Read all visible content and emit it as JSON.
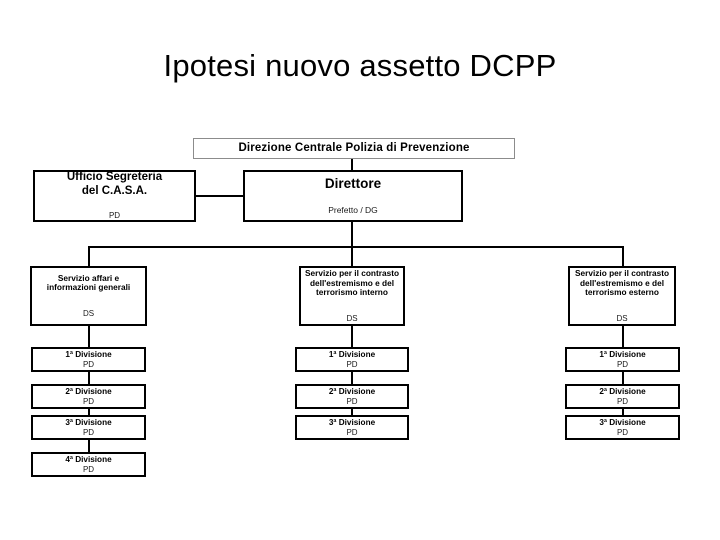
{
  "title": "Ipotesi nuovo assetto DCPP",
  "org_chart": {
    "root": {
      "title": "Direzione Centrale Polizia di Prevenzione"
    },
    "office": {
      "title_line1": "Ufficio Segreteria",
      "title_line2": "del C.A.S.A.",
      "rank": "PD"
    },
    "director": {
      "title": "Direttore",
      "rank": "Prefetto / DG"
    },
    "services": [
      {
        "title_line1": "Servizio affari e",
        "title_line2": "informazioni generali",
        "title_line3": "",
        "rank": "DS",
        "divisions": [
          {
            "name": "1ª Divisione",
            "rank": "PD"
          },
          {
            "name": "2ª Divisione",
            "rank": "PD"
          },
          {
            "name": "3ª Divisione",
            "rank": "PD"
          },
          {
            "name": "4ª Divisione",
            "rank": "PD"
          }
        ]
      },
      {
        "title_line1": "Servizio per il contrasto",
        "title_line2": "dell'estremismo e del",
        "title_line3": "terrorismo interno",
        "rank": "DS",
        "divisions": [
          {
            "name": "1ª Divisione",
            "rank": "PD"
          },
          {
            "name": "2ª Divisione",
            "rank": "PD"
          },
          {
            "name": "3ª Divisione",
            "rank": "PD"
          }
        ]
      },
      {
        "title_line1": "Servizio per il contrasto",
        "title_line2": "dell'estremismo e del",
        "title_line3": "terrorismo esterno",
        "rank": "DS",
        "divisions": [
          {
            "name": "1ª Divisione",
            "rank": "PD"
          },
          {
            "name": "2ª Divisione",
            "rank": "PD"
          },
          {
            "name": "3ª Divisione",
            "rank": "PD"
          }
        ]
      }
    ]
  },
  "colors": {
    "box_border": "#000000",
    "root_border": "#8c8c8c",
    "text": "#000000",
    "background": "#ffffff"
  }
}
